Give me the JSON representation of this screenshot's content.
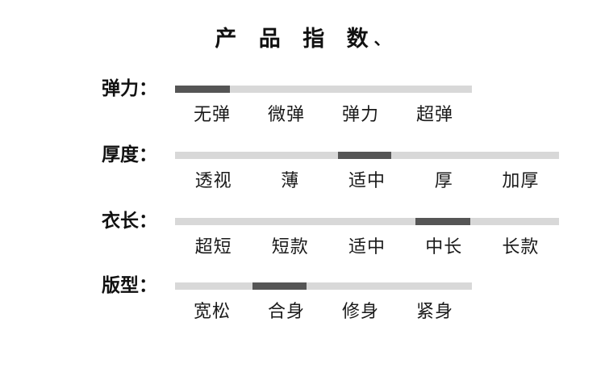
{
  "title": {
    "text": "产 品 指 数",
    "mark": "、"
  },
  "colors": {
    "track": "#d8d8d8",
    "fill": "#555555",
    "text": "#1a1a1a"
  },
  "rows": [
    {
      "label": "弹力：",
      "options": [
        "无弹",
        "微弹",
        "弹力",
        "超弹"
      ],
      "selected_index": 0,
      "selected_value": "无弹",
      "segments": 4
    },
    {
      "label": "厚度：",
      "options": [
        "透视",
        "薄",
        "适中",
        "厚",
        "加厚"
      ],
      "selected_index": 2,
      "selected_value": "适中",
      "segments": 5
    },
    {
      "label": "衣长：",
      "options": [
        "超短",
        "短款",
        "适中",
        "中长",
        "长款"
      ],
      "selected_index": 3,
      "selected_value": "中长",
      "segments": 5
    },
    {
      "label": "版型：",
      "options": [
        "宽松",
        "合身",
        "修身",
        "紧身"
      ],
      "selected_index": 1,
      "selected_value": "合身",
      "segments": 4
    }
  ]
}
